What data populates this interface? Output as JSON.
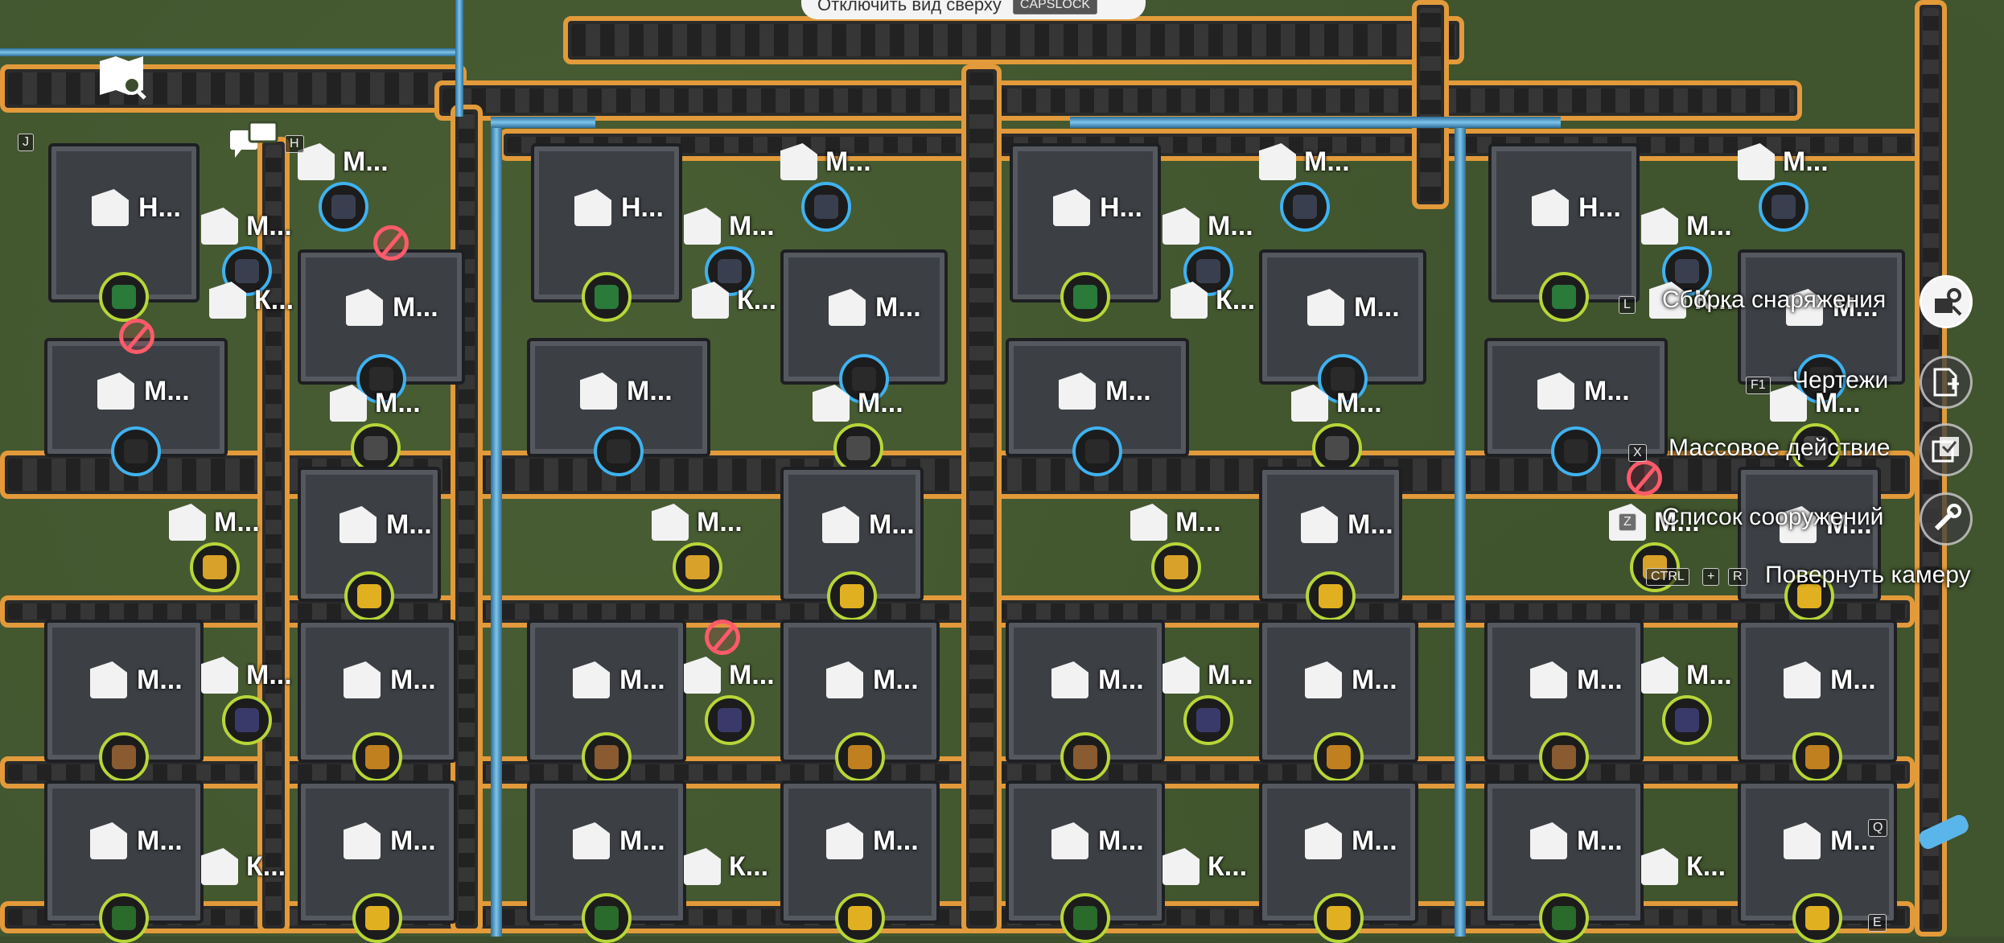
{
  "hud": {
    "top_toggle_label": "Отключить вид сверху",
    "top_toggle_key": "CAPSLOCK",
    "left_keys": {
      "map": "J",
      "chat": "H"
    },
    "bottom_keys": {
      "q": "Q",
      "e": "E"
    }
  },
  "build_menu": {
    "items": [
      {
        "key": "L",
        "label": "Сборка снаряжения",
        "icon": "gear-assembly-icon",
        "active": true
      },
      {
        "key": "F1",
        "label": "Чертежи",
        "icon": "blueprint-icon",
        "active": false
      },
      {
        "key": "X",
        "label": "Массовое действие",
        "icon": "mass-action-icon",
        "active": false
      },
      {
        "key": "Z",
        "label": "Список сооружений",
        "icon": "wrench-icon",
        "active": false
      }
    ],
    "rotate_camera": {
      "keys": [
        "CTRL",
        "+",
        "R"
      ],
      "label": "Повернуть камеру"
    }
  },
  "world": {
    "labels": {
      "m": "М...",
      "n": "Н...",
      "k": "К..."
    },
    "colors": {
      "belt_edge": "#e29a3a",
      "pipe": "#3fb2f0",
      "ring_green": "#b7d638",
      "ring_blue": "#3fb2f0",
      "no_power": "#ff5a6a"
    }
  }
}
